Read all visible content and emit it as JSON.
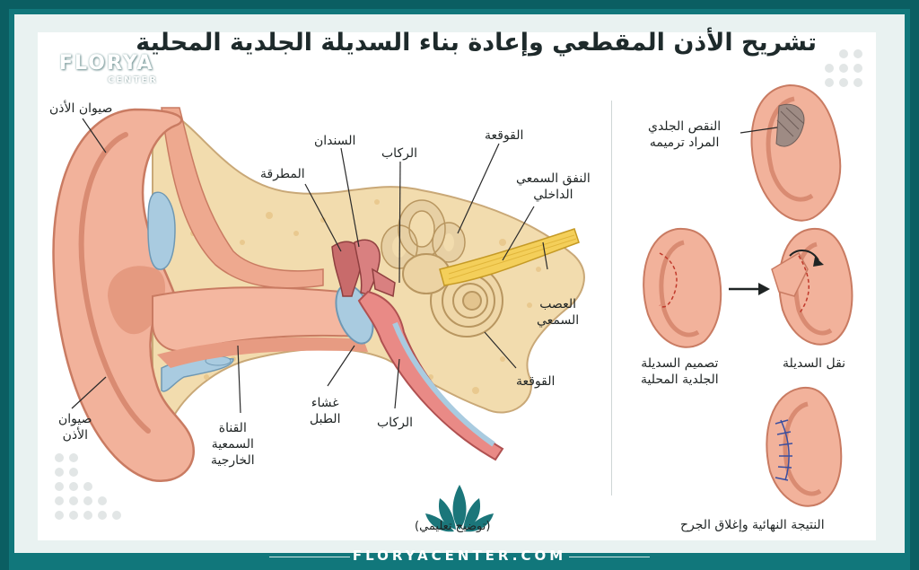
{
  "title": "تشريح الأذن المقطعي وإعادة بناء السديلة الجلدية المحلية",
  "logo": {
    "name": "FLORYA",
    "sub": "CENTER"
  },
  "footer": "FLORYACENTER.COM",
  "watermark_caption": "(توضيح تعليمي)",
  "labels": {
    "auricle_top": "صيوان الأذن",
    "auricle_bottom_line1": "صيوان",
    "auricle_bottom_line2": "الأذن",
    "incus": "السندان",
    "malleus": "المطرقة",
    "stapes_top": "الركاب",
    "cochlea_top": "القوقعة",
    "internal_canal_line1": "النفق السمعي",
    "internal_canal_line2": "الداخلي",
    "nerve_line1": "العصب",
    "nerve_line2": "السمعي",
    "cochlea_bottom": "القوقعة",
    "stapes_bottom": "الركاب",
    "eardrum_line1": "غشاء",
    "eardrum_line2": "الطبل",
    "ear_canal_line1": "القناة",
    "ear_canal_line2": "السمعية",
    "ear_canal_line3": "الخارجية"
  },
  "steps": {
    "defect_line1": "النقص الجلدي",
    "defect_line2": "المراد ترميمه",
    "design_line1": "تصميم السديلة",
    "design_line2": "الجلدية المحلية",
    "transfer": "نقل السديلة",
    "result": "النتيجة النهائية وإغلاق الجرح"
  },
  "colors": {
    "teal": "#11777b",
    "skin": "#f2b29b",
    "skin_dark": "#e3866b",
    "bone": "#f2dcae",
    "cartilage_blue": "#a9cbe0",
    "nerve": "#f4cf5a",
    "text": "#1f2424"
  }
}
